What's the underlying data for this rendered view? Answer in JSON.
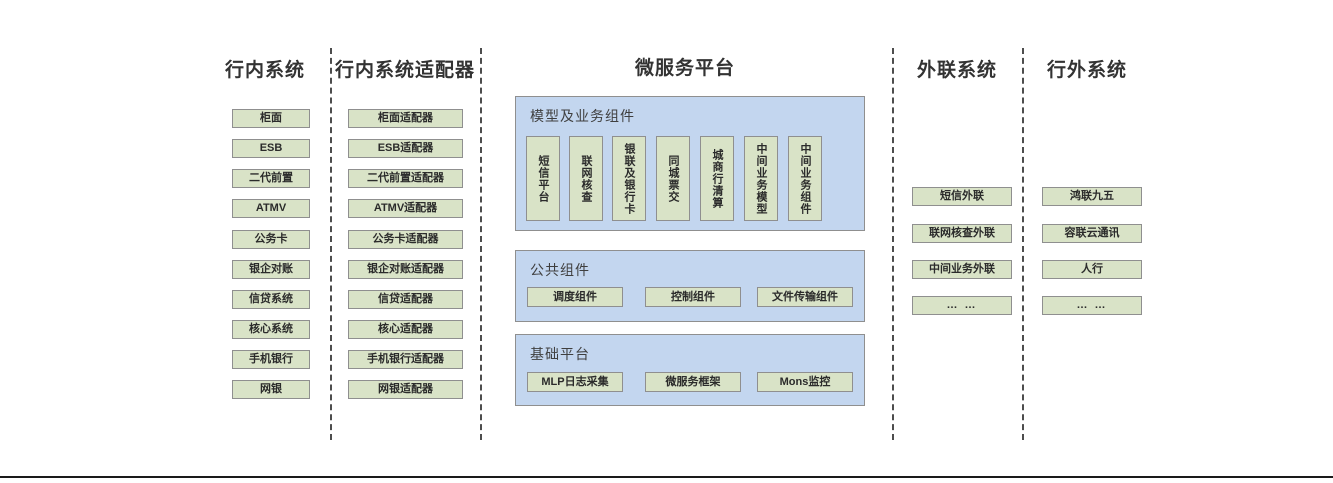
{
  "diagram": {
    "title_row": {
      "col1": "行内系统",
      "col2": "行内系统适配器",
      "col3": "微服务平台",
      "col4": "外联系统",
      "col5": "行外系统"
    },
    "colors": {
      "box_fill": "#d9e3c7",
      "box_border": "#8f8f8f",
      "panel_fill": "#c3d6ef",
      "panel_border": "#8f8f8f",
      "separator": "#4d4d4d",
      "text": "#2b2b2b",
      "title_text": "#333333"
    },
    "columns": {
      "internal_systems": [
        "柜面",
        "ESB",
        "二代前置",
        "ATMV",
        "公务卡",
        "银企对账",
        "信贷系统",
        "核心系统",
        "手机银行",
        "网银"
      ],
      "internal_adapters": [
        "柜面适配器",
        "ESB适配器",
        "二代前置适配器",
        "ATMV适配器",
        "公务卡适配器",
        "银企对账适配器",
        "信贷适配器",
        "核心适配器",
        "手机银行适配器",
        "网银适配器"
      ],
      "external_link_systems": [
        "短信外联",
        "联网核查外联",
        "中间业务外联",
        "… …"
      ],
      "outside_systems": [
        "鸿联九五",
        "容联云通讯",
        "人行",
        "… …"
      ]
    },
    "platform": {
      "panels": [
        {
          "title": "模型及业务组件",
          "orientation": "vertical",
          "items": [
            "短信平台",
            "联网核查",
            "银联及银行卡",
            "同城票交",
            "城商行清算",
            "中间业务模型",
            "中间业务组件"
          ]
        },
        {
          "title": "公共组件",
          "orientation": "horizontal",
          "items": [
            "调度组件",
            "控制组件",
            "文件传输组件"
          ]
        },
        {
          "title": "基础平台",
          "orientation": "horizontal",
          "items": [
            "MLP日志采集",
            "微服务框架",
            "Mons监控"
          ]
        }
      ]
    }
  }
}
